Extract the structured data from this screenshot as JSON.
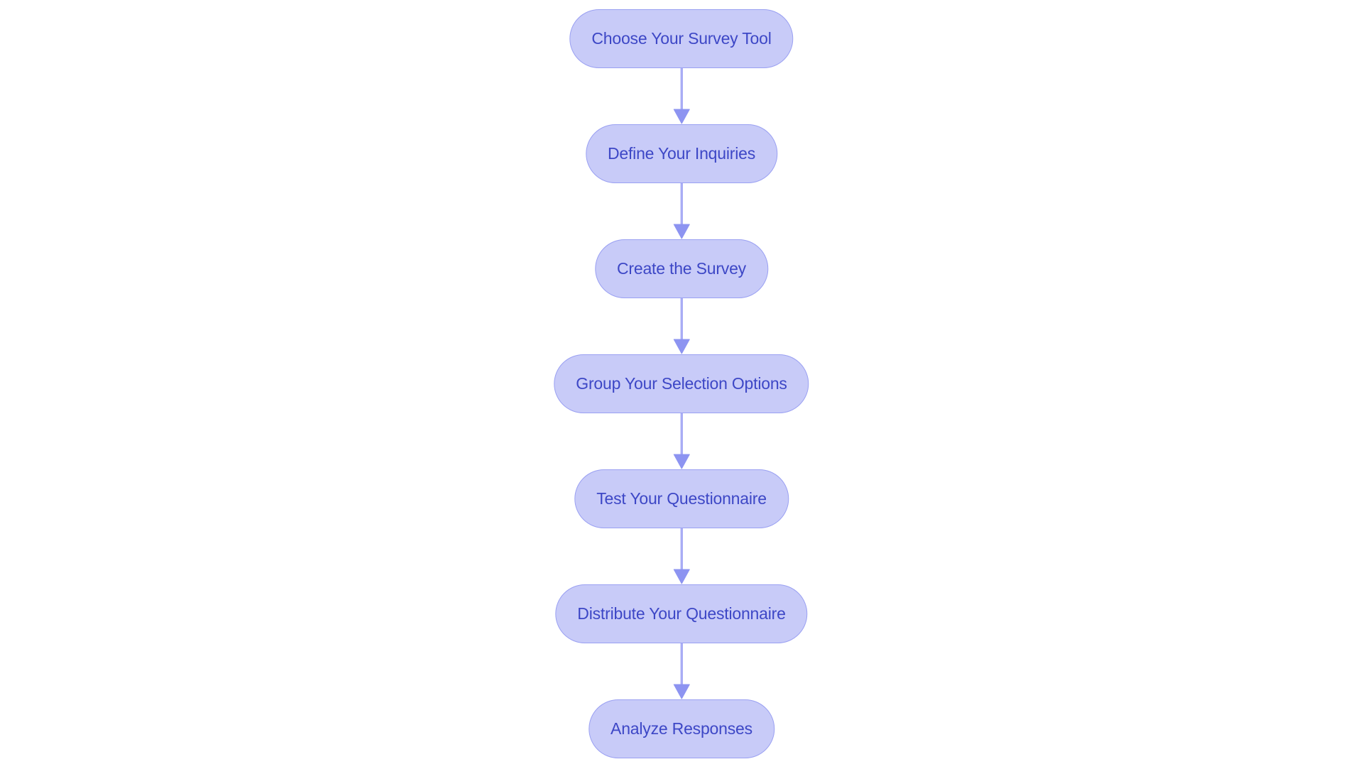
{
  "flowchart": {
    "title": "",
    "steps": [
      {
        "label": "Choose Your Survey Tool"
      },
      {
        "label": "Define Your Inquiries"
      },
      {
        "label": "Create the Survey"
      },
      {
        "label": "Group Your Selection Options"
      },
      {
        "label": "Test Your Questionnaire"
      },
      {
        "label": "Distribute Your Questionnaire"
      },
      {
        "label": "Analyze Responses"
      }
    ],
    "colors": {
      "background": "#ffffff",
      "node_fill": "#c8cbf8",
      "node_border": "#9aa0f2",
      "node_text": "#3d47c6",
      "arrow_line": "#a8acf5",
      "arrow_head": "#8d94f1"
    }
  }
}
